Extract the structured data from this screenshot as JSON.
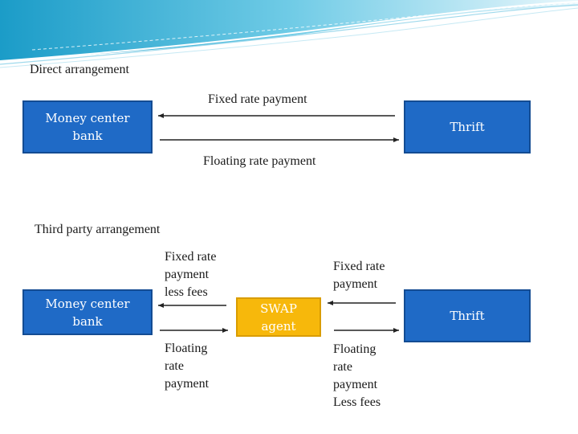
{
  "direct": {
    "heading": "Direct arrangement",
    "bank_label": [
      "Money center",
      "bank"
    ],
    "thrift_label": "Thrift",
    "fixed_label": "Fixed rate payment",
    "floating_label": "Floating rate payment"
  },
  "third_party": {
    "heading": "Third party arrangement",
    "bank_label": [
      "Money center",
      "bank"
    ],
    "swap_label": [
      "SWAP",
      "agent"
    ],
    "thrift_label": "Thrift",
    "left_fixed_label": [
      "Fixed rate",
      "payment",
      "less fees"
    ],
    "left_floating_label": [
      "Floating",
      "rate",
      "payment"
    ],
    "right_fixed_label": [
      "Fixed rate",
      "payment"
    ],
    "right_floating_label": [
      "Floating",
      "rate",
      "payment",
      "Less fees"
    ]
  },
  "colors": {
    "box_blue": "#1f6ac6",
    "swap_yellow": "#f7b80b",
    "banner_teal": "#2ea7cf"
  }
}
